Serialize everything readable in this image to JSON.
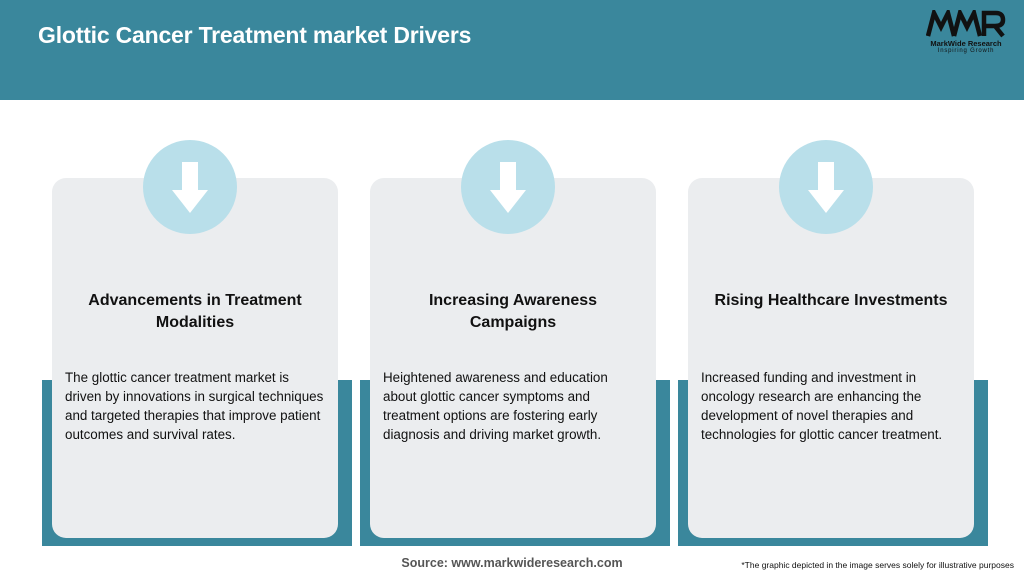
{
  "header": {
    "title": "Glottic Cancer Treatment market Drivers",
    "logo": {
      "mark": "MWR",
      "name": "MarkWide Research",
      "tagline": "Inspiring Growth"
    }
  },
  "cards": [
    {
      "icon": "arrow-down-icon",
      "title": "Advancements in Treatment Modalities",
      "text": "The glottic cancer treatment market is driven by innovations in surgical techniques and targeted therapies that improve patient outcomes and survival rates."
    },
    {
      "icon": "arrow-down-icon",
      "title": "Increasing Awareness Campaigns",
      "text": "Heightened awareness and education about glottic cancer symptoms and treatment options are fostering early diagnosis and driving market growth."
    },
    {
      "icon": "arrow-down-icon",
      "title": "Rising Healthcare Investments",
      "text": "Increased funding and investment in oncology research are enhancing the development of novel therapies and technologies for glottic cancer treatment."
    }
  ],
  "footer": {
    "source": "Source: www.markwideresearch.com",
    "disclaimer": "*The graphic depicted in the image serves solely for illustrative purposes"
  },
  "colors": {
    "teal": "#3a879c",
    "icon_bg": "#b9dfea",
    "card_bg": "#ebedef"
  }
}
